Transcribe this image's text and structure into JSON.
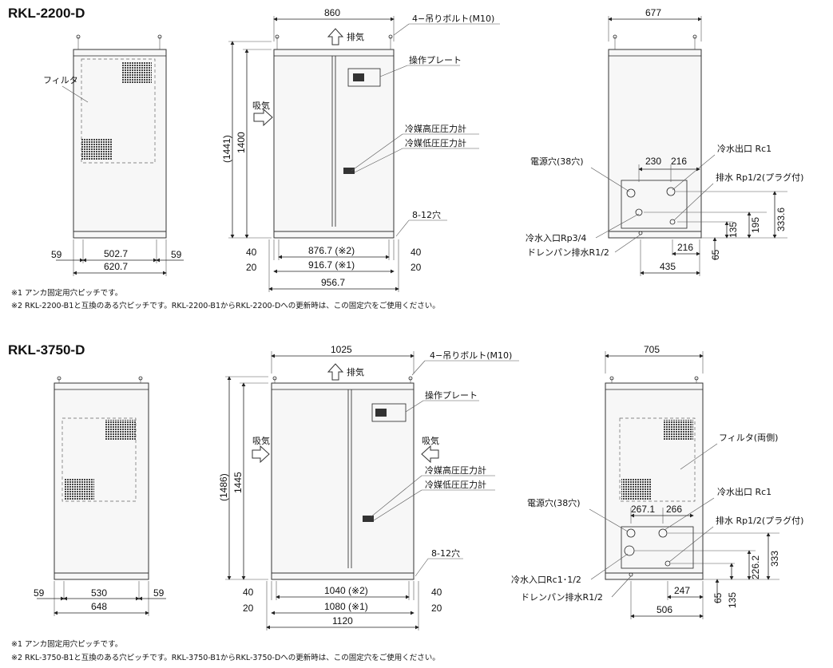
{
  "models": [
    {
      "name": "RKL-2200-D",
      "side_left": {
        "filter_label": "フィルタ",
        "dims": {
          "left_gap": "59",
          "right_gap": "59",
          "inner": "502.7",
          "outer": "620.7"
        }
      },
      "front": {
        "top_width": "860",
        "bolt_label": "4−吊りボルト(M10)",
        "exhaust": "排気",
        "intake_left": "吸気",
        "plate_label": "操作プレート",
        "gauge_high": "冷媒高圧圧力計",
        "gauge_low": "冷媒低圧圧力計",
        "height_total": "(1441)",
        "height_body": "1400",
        "hole_label": "8-12穴",
        "bottom": {
          "l1": "40",
          "r1": "40",
          "v1": "876.7 (※2)",
          "l2": "20",
          "r2": "20",
          "v2": "916.7 (※1)",
          "total": "956.7"
        }
      },
      "side_right": {
        "top_width": "677",
        "power_hole": "電源穴(38穴)",
        "water_out": "冷水出口 Rc1",
        "drain": "排水 Rp1/2(プラグ付)",
        "water_in": "冷水入口Rp3/4",
        "drain_pan": "ドレンパン排水R1/2",
        "d_a": "230",
        "d_b": "216",
        "d_c": "135",
        "d_d": "195",
        "d_e": "333.6",
        "d_f": "216",
        "d_g": "65",
        "d_h": "435"
      },
      "notes": [
        "※1  アンカ固定用穴ピッチです。",
        "※2  RKL-2200-B1と互換のある穴ピッチです。RKL-2200-B1からRKL-2200-Dへの更新時は、この固定穴をご使用ください。"
      ]
    },
    {
      "name": "RKL-3750-D",
      "side_left": {
        "dims": {
          "left_gap": "59",
          "right_gap": "59",
          "inner": "530",
          "outer": "648"
        }
      },
      "front": {
        "top_width": "1025",
        "bolt_label": "4−吊りボルト(M10)",
        "exhaust": "排気",
        "intake_left": "吸気",
        "intake_right": "吸気",
        "plate_label": "操作プレート",
        "gauge_high": "冷媒高圧圧力計",
        "gauge_low": "冷媒低圧圧力計",
        "height_total": "(1486)",
        "height_body": "1445",
        "hole_label": "8-12穴",
        "bottom": {
          "l1": "40",
          "r1": "40",
          "v1": "1040 (※2)",
          "l2": "20",
          "r2": "20",
          "v2": "1080 (※1)",
          "total": "1120"
        }
      },
      "side_right": {
        "top_width": "705",
        "filter_label": "フィルタ(両側)",
        "power_hole": "電源穴(38穴)",
        "water_out": "冷水出口 Rc1",
        "drain": "排水 Rp1/2(プラグ付)",
        "water_in": "冷水入口Rc1･1/2",
        "drain_pan": "ドレンパン排水R1/2",
        "d_a": "267.1",
        "d_b": "266",
        "d_c": "226.2",
        "d_d": "333",
        "d_f": "247",
        "d_g": "65",
        "d_h": "135",
        "d_i": "506"
      },
      "notes": [
        "※1  アンカ固定用穴ピッチです。",
        "※2  RKL-3750-B1と互換のある穴ピッチです。RKL-3750-B1からRKL-3750-Dへの更新時は、この固定穴をご使用ください。"
      ]
    }
  ]
}
